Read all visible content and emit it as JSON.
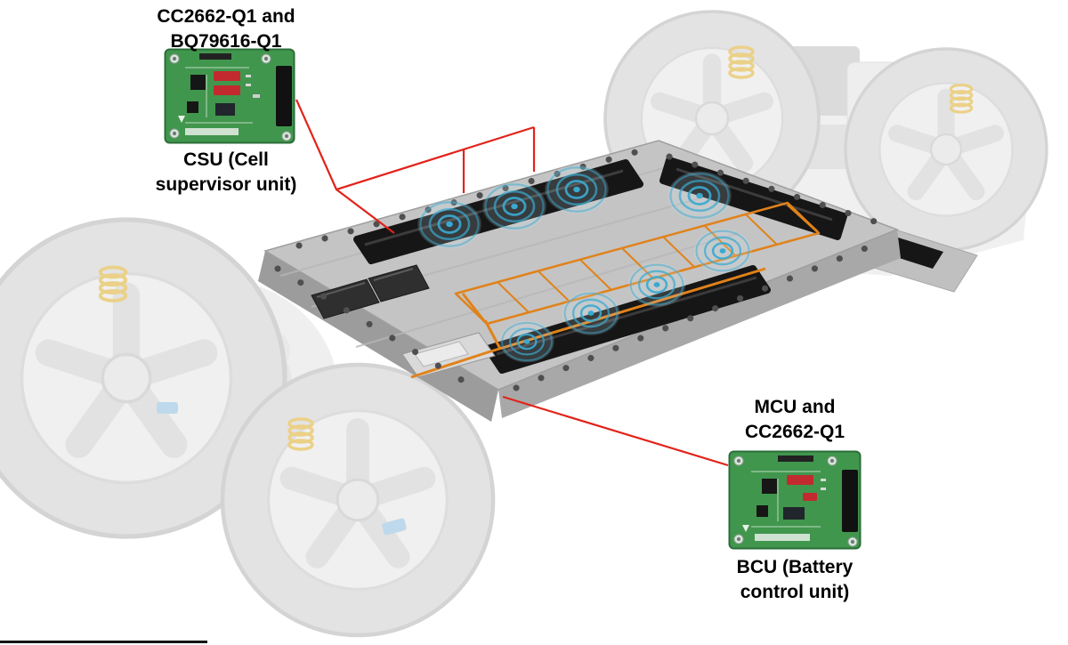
{
  "callouts": {
    "csu": {
      "chips_line1": "CC2662-Q1 and",
      "chips_line2": "BQ79616-Q1",
      "name_line1": "CSU (Cell",
      "name_line2": "supervisor unit)"
    },
    "bcu": {
      "chips_line1": "MCU and",
      "chips_line2": "CC2662-Q1",
      "name_line1": "BCU (Battery",
      "name_line2": "control unit)"
    }
  },
  "colors": {
    "callout_line": "#e2231a",
    "pcb_green": "#41964d",
    "wireless_signal": "#39a9cf",
    "battery_module": "#161616",
    "harness_orange": "#e0821a"
  },
  "icons": {
    "wireless_signal": "wifi-ripple-icon",
    "csu_board": "circuit-board-image",
    "bcu_board": "circuit-board-image"
  }
}
